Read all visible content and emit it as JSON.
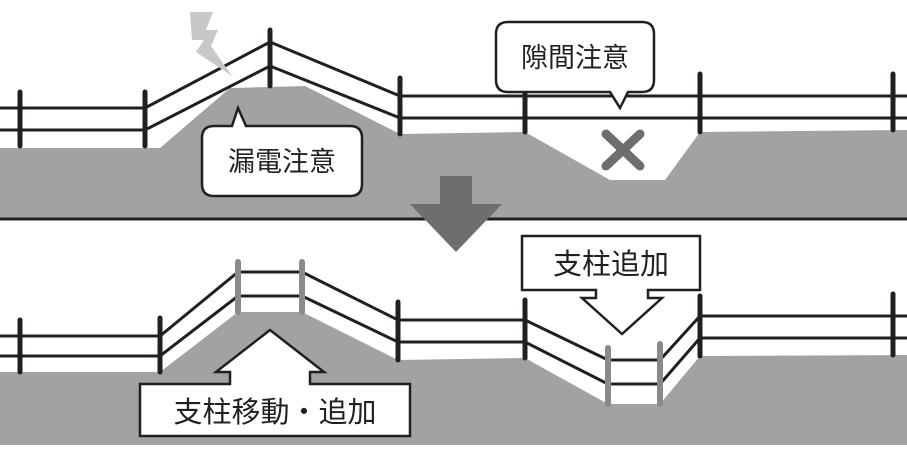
{
  "labels": {
    "leakage_warning": "漏電注意",
    "gap_warning": "隙間注意",
    "add_post": "支柱追加",
    "move_add_post": "支柱移動・追加"
  },
  "colors": {
    "ground": "#a2a2a2",
    "post": "#231f20",
    "new_post": "#8a8a8a",
    "arrow": "#6e6e6e",
    "x_mark": "#6e6e6e",
    "lightning": "#c8c8c8"
  },
  "icons": [
    "lightning-icon",
    "x-mark-icon",
    "down-arrow-icon",
    "up-arrow-icon"
  ]
}
